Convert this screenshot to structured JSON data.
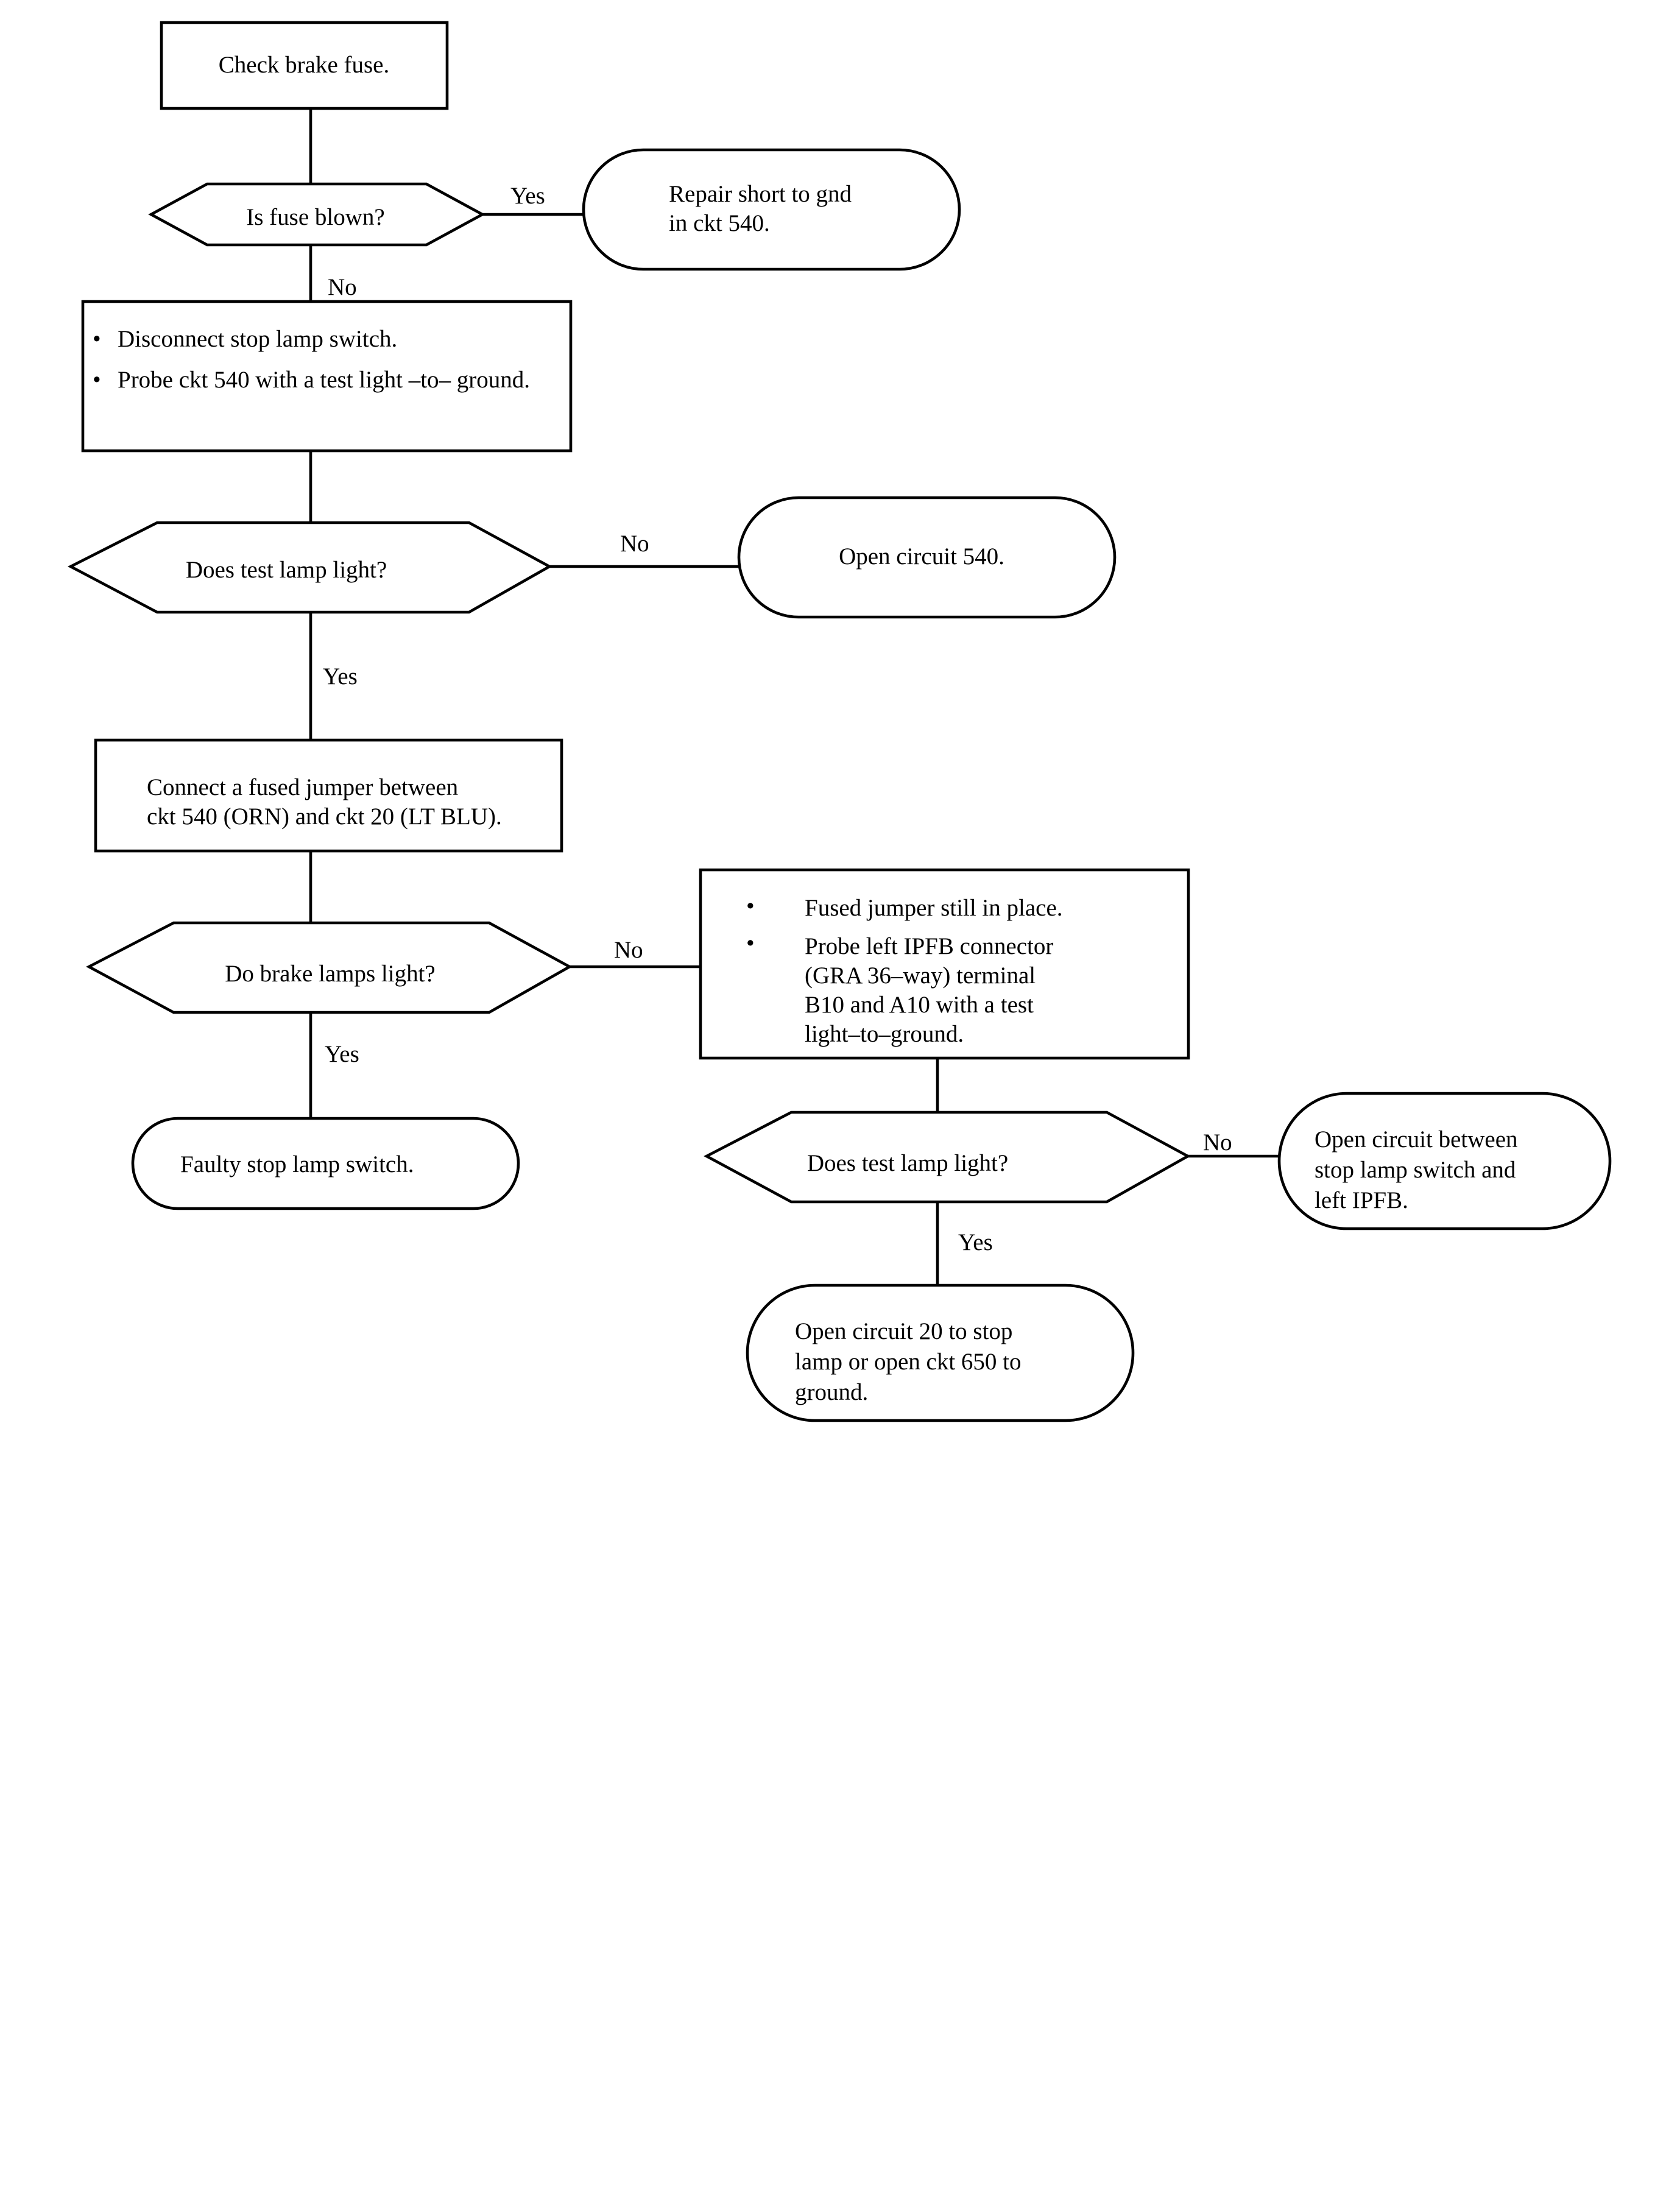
{
  "nodes": {
    "check_fuse": {
      "text": "Check brake fuse."
    },
    "fuse_blown_q": {
      "text": "Is fuse blown?"
    },
    "repair_short": {
      "lines": [
        "Repair short to gnd",
        "in ckt 540."
      ]
    },
    "disconnect_step": {
      "bullets": [
        "Disconnect stop lamp switch.",
        "Probe ckt 540 with a test light –to– ground."
      ]
    },
    "test_lamp_q1": {
      "text": "Does test lamp light?"
    },
    "open_540": {
      "text": "Open circuit 540."
    },
    "connect_jumper": {
      "lines": [
        "Connect a fused jumper between",
        "ckt 540 (ORN) and ckt 20 (LT BLU)."
      ]
    },
    "brake_lamps_q": {
      "text": "Do brake lamps light?"
    },
    "faulty_switch": {
      "text": "Faulty stop lamp switch."
    },
    "probe_ipfb_step": {
      "bullets": [
        [
          "Fused jumper still in place."
        ],
        [
          "Probe left IPFB connector",
          "(GRA 36–way) terminal",
          "B10 and A10 with a test",
          "light–to–ground."
        ]
      ]
    },
    "test_lamp_q2": {
      "text": "Does test lamp light?"
    },
    "open_switch_ipfb": {
      "lines": [
        "Open circuit between",
        "stop lamp switch and",
        "left IPFB."
      ]
    },
    "open_20_650": {
      "lines": [
        "Open circuit 20 to stop",
        "lamp or open ckt 650 to",
        "ground."
      ]
    }
  },
  "edges": {
    "fuse_blown_yes": "Yes",
    "fuse_blown_no": "No",
    "test_lamp1_no": "No",
    "test_lamp1_yes": "Yes",
    "brake_lamps_no": "No",
    "brake_lamps_yes": "Yes",
    "test_lamp2_no": "No",
    "test_lamp2_yes": "Yes"
  },
  "bullet_glyph": "•"
}
